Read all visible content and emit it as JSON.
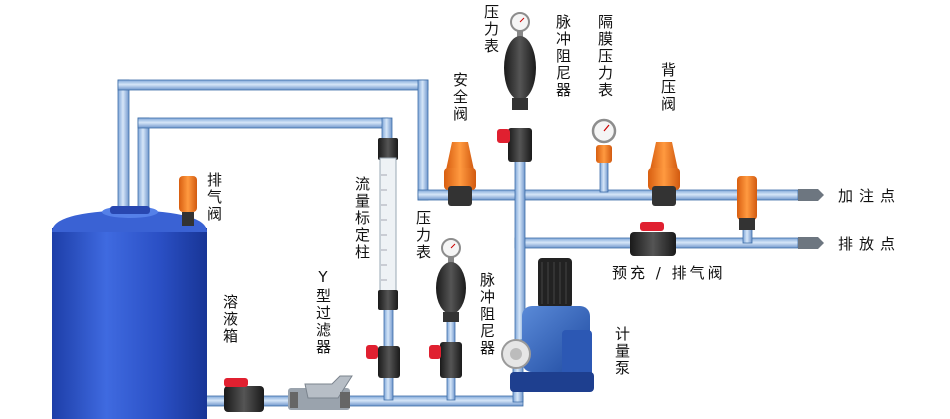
{
  "labels": {
    "pressure_gauge_top": "压力表",
    "pulse_damper_top": "脉冲阻尼器",
    "diaphragm_gauge": "隔膜压力表",
    "back_pressure_valve": "背压阀",
    "safety_valve": "安全阀",
    "exhaust_valve": "排气阀",
    "injection_point": "加注点",
    "drain_point": "排放点",
    "prime_exhaust_valve": "预充 / 排气阀",
    "flow_column": "流量标定柱",
    "pressure_gauge_mid": "压力表",
    "pulse_damper_mid": "脉冲阻尼器",
    "y_filter": "Y型过滤器",
    "tank": "溶液箱",
    "metering_pump": "计量泵"
  },
  "colors": {
    "pipe": "#a9c8ec",
    "pipe_edge": "#3f6ea8",
    "tank": "#2f55c8",
    "valve_orange": "#f07820",
    "handle_red": "#e02030",
    "fitting_dark": "#2c2c2c"
  }
}
